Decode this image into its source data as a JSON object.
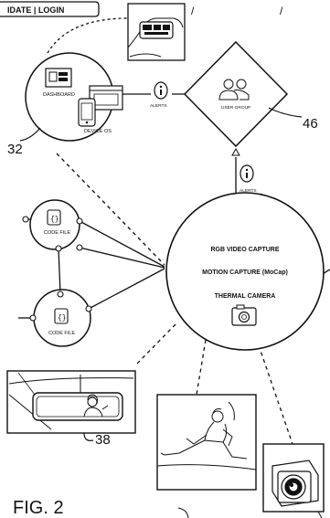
{
  "top_bar": {
    "text": "IDATE | LOGIN"
  },
  "hub": {
    "lines": [
      "RGB VIDEO CAPTURE",
      "MOTION CAPTURE (MoCap)",
      "THERMAL CAMERA"
    ],
    "icon": "camera-icon"
  },
  "devices": {
    "dashboard_label": "DASHBOARD",
    "device_os_label": "DEVICE OS",
    "ref": "32"
  },
  "alerts": {
    "left_label": "ALERTS",
    "bottom_label": "ALERTS",
    "icon": "info-icon"
  },
  "user_group": {
    "label": "USER GROUP",
    "ref": "46",
    "icon": "users-icon"
  },
  "code_files": [
    {
      "label": "CODE FILE",
      "icon": "code-file-icon"
    },
    {
      "label": "CODE FILE",
      "icon": "code-file-icon"
    }
  ],
  "car_scene": {
    "ref": "38"
  },
  "figure_label": "FIG. 2",
  "edge_marks": {
    "top_right": "/",
    "top_mid": "/"
  }
}
